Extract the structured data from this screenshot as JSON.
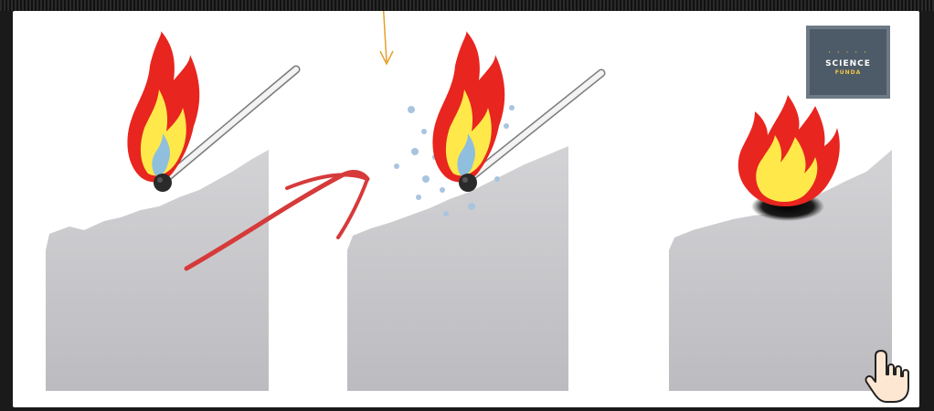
{
  "logo": {
    "title": "SCIENCE",
    "subtitle": "FUNDA",
    "dots": "· ·  ·  · ·"
  },
  "icons": {
    "cursor": "hand-pointer-icon",
    "logo": "lightbulb-icon"
  },
  "colors": {
    "flame_outer": "#e8251f",
    "flame_inner": "#ffe94a",
    "flame_core": "#8fbfdd",
    "paper": "#c6c6c9",
    "arrow": "#d63a3a",
    "pointer_line": "#e6a02a",
    "logo_bg": "#4d5a67",
    "logo_accent": "#f1c64a"
  },
  "panels": [
    {
      "id": "panel-1",
      "content": "lit-match-on-paper"
    },
    {
      "id": "panel-2",
      "content": "lit-match-with-water-droplets"
    },
    {
      "id": "panel-3",
      "content": "burning-paper"
    }
  ]
}
